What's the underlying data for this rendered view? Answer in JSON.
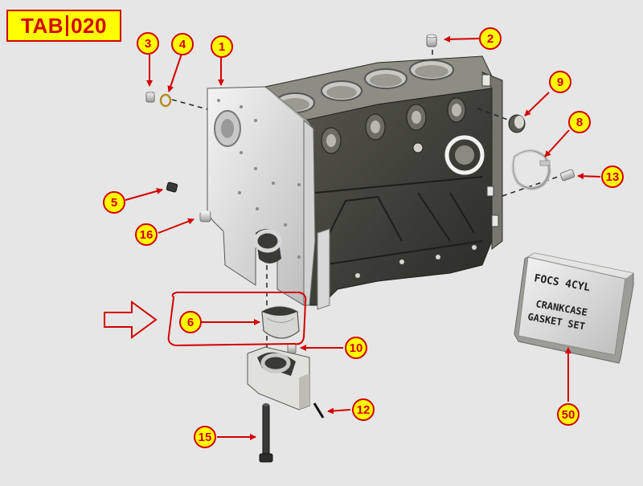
{
  "tab_label": {
    "prefix": "TAB",
    "number": "020"
  },
  "gasket_plate": {
    "line1": "FOCS 4CYL",
    "line2": "CRANKCASE",
    "line3": "GASKET SET"
  },
  "callouts": {
    "c1": "1",
    "c2": "2",
    "c3": "3",
    "c4": "4",
    "c5": "5",
    "c6": "6",
    "c8": "8",
    "c9": "9",
    "c10": "10",
    "c12": "12",
    "c13": "13",
    "c15": "15",
    "c16": "16",
    "c50": "50"
  },
  "colors": {
    "callout_fill": "#ffff00",
    "callout_border": "#d40000",
    "highlight": "#d40000",
    "block_body": "#3c3c36",
    "plate": "#d0d0d0",
    "background": "#e6e6e6"
  }
}
